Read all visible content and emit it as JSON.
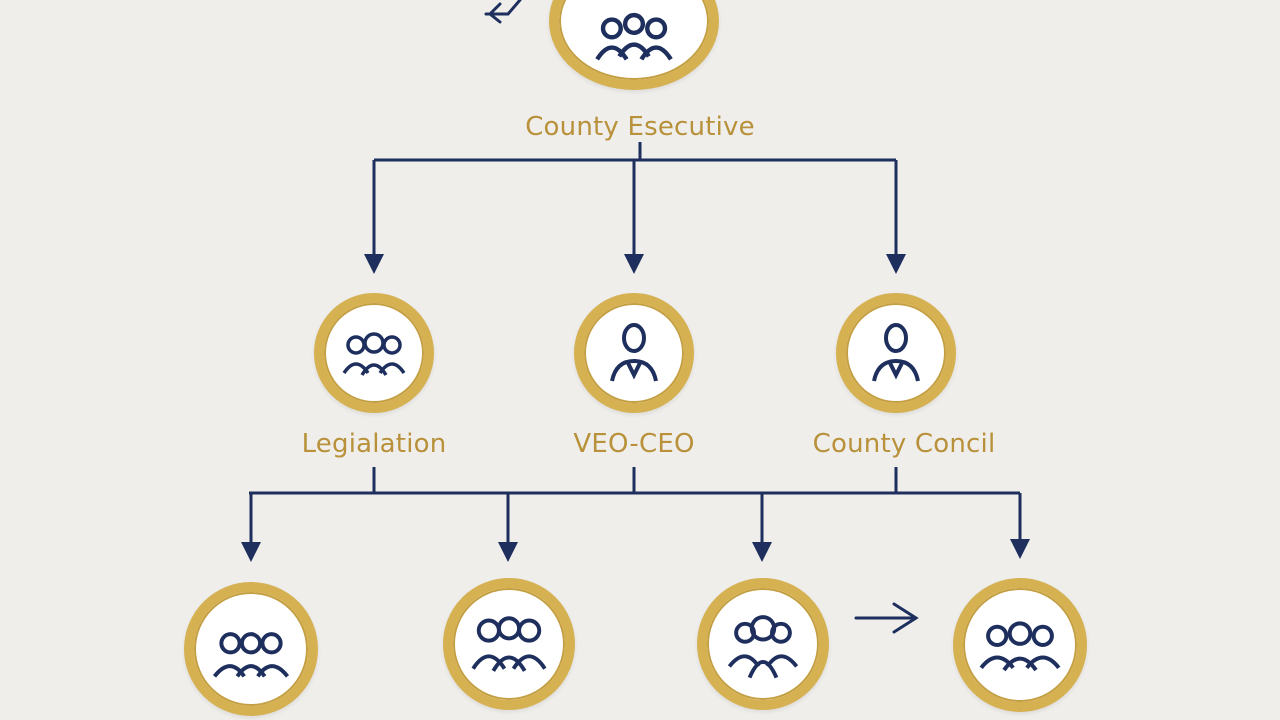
{
  "colors": {
    "navy": "#1e2f5e",
    "gold": "#d6b152",
    "text_gold": "#b8913a",
    "background": "#efeeeb"
  },
  "nodes": {
    "top": {
      "label": "County Esecutive",
      "icon": "people-group-icon"
    },
    "level2": [
      {
        "label": "Legialation",
        "icon": "people-group-icon"
      },
      {
        "label": "VEO-CEO",
        "icon": "person-icon"
      },
      {
        "label": "County Concil",
        "icon": "person-icon"
      }
    ],
    "level3": [
      {
        "label": "",
        "icon": "people-group-icon"
      },
      {
        "label": "",
        "icon": "people-group-icon"
      },
      {
        "label": "",
        "icon": "people-group-icon"
      },
      {
        "label": "",
        "icon": "people-group-icon"
      }
    ]
  }
}
